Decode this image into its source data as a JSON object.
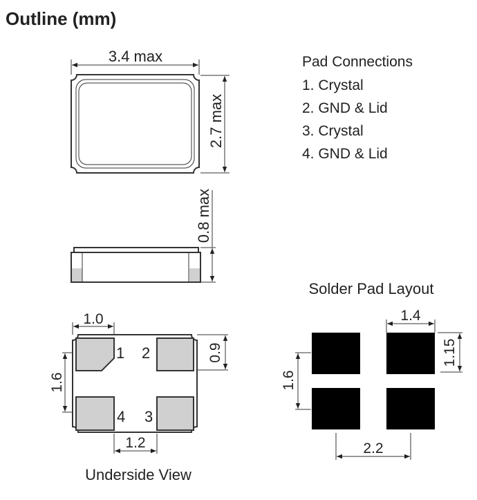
{
  "title": "Outline (mm)",
  "top_view": {
    "width_label": "3.4 max",
    "height_label": "2.7 max"
  },
  "side_view": {
    "height_label": "0.8 max"
  },
  "pad_connections": {
    "heading": "Pad Connections",
    "items": [
      "1. Crystal",
      "2. GND & Lid",
      "3. Crystal",
      "4. GND & Lid"
    ]
  },
  "underside_view": {
    "caption": "Underside View",
    "pad_numbers": [
      "1",
      "2",
      "3",
      "4"
    ],
    "dims": {
      "pad_width": "1.0",
      "pad_pitch_vertical": "1.6",
      "pad_height": "0.9",
      "pad_gap": "1.2"
    }
  },
  "solder_pad_layout": {
    "title": "Solder Pad Layout",
    "dims": {
      "pad_width": "1.4",
      "pad_height": "1.15",
      "pitch_vertical": "1.6",
      "pitch_horizontal": "2.2"
    }
  }
}
